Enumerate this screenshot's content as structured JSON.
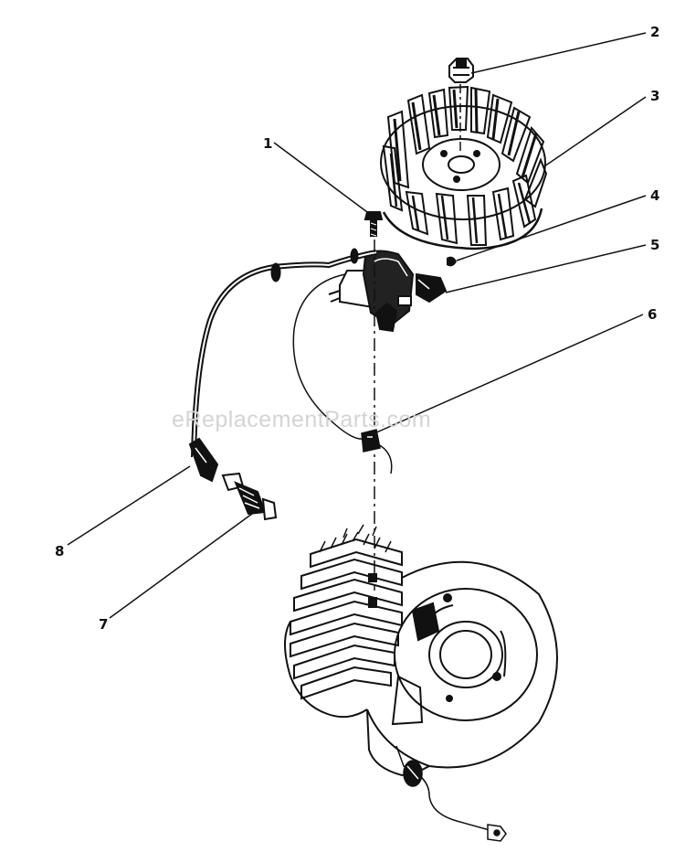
{
  "watermark": "eReplacementParts.com",
  "callouts": [
    {
      "id": "1",
      "label": "1"
    },
    {
      "id": "2",
      "label": "2"
    },
    {
      "id": "3",
      "label": "3"
    },
    {
      "id": "4",
      "label": "4"
    },
    {
      "id": "5",
      "label": "5"
    },
    {
      "id": "6",
      "label": "6"
    },
    {
      "id": "7",
      "label": "7"
    },
    {
      "id": "8",
      "label": "8"
    }
  ],
  "colors": {
    "ink": "#111111",
    "background": "#ffffff",
    "watermark": "#d4d4d4"
  }
}
